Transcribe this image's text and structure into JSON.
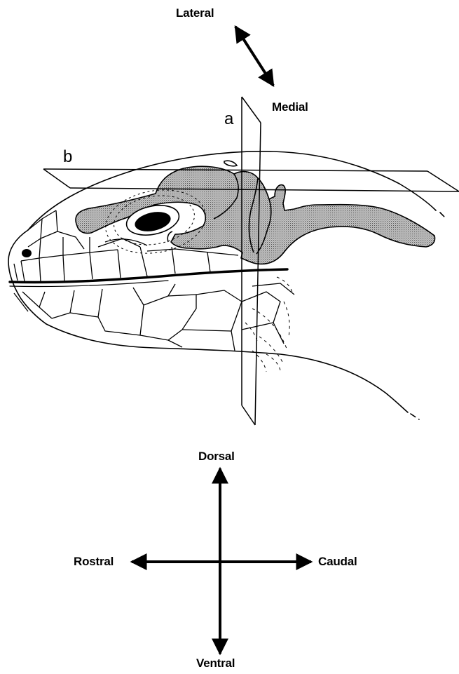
{
  "plane_labels": {
    "a": "a",
    "b": "b"
  },
  "orientation_top": {
    "lateral": "Lateral",
    "medial": "Medial"
  },
  "orientation_axes": {
    "dorsal": "Dorsal",
    "ventral": "Ventral",
    "rostral": "Rostral",
    "caudal": "Caudal"
  },
  "colors": {
    "ink": "#000000",
    "stipple": "#9c9c9c",
    "paper": "#ffffff"
  }
}
